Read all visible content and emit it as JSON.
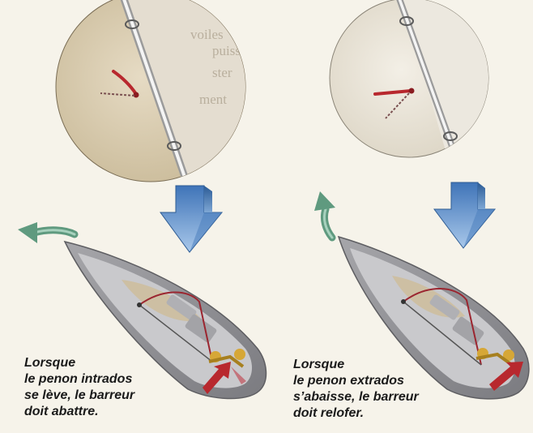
{
  "captions": {
    "left": {
      "lines": [
        "Lorsque",
        "le penon intrados",
        "se lève, le barreur",
        "doit abattre."
      ]
    },
    "right": {
      "lines": [
        "Lorsque",
        "le penon extrados",
        "s’abaisse, le barreur",
        "doit relofer."
      ]
    }
  },
  "background_text": {
    "lines": [
      "voiles",
      "puissa",
      "ster",
      "ment"
    ]
  },
  "colors": {
    "page_background": "#f6f3ea",
    "circle_fill": "#d9ccb0",
    "penon_red": "#b8282e",
    "direction_arrow_blue": "#6f9fd1",
    "steer_arrow_green": "#5f9a7f",
    "hull_grey": "#8f8f92",
    "deck_beige": "#cdbfa3"
  },
  "icons": {
    "down_arrow": "thick-down-arrow-icon",
    "steer_arrow": "curved-arrow-icon"
  }
}
